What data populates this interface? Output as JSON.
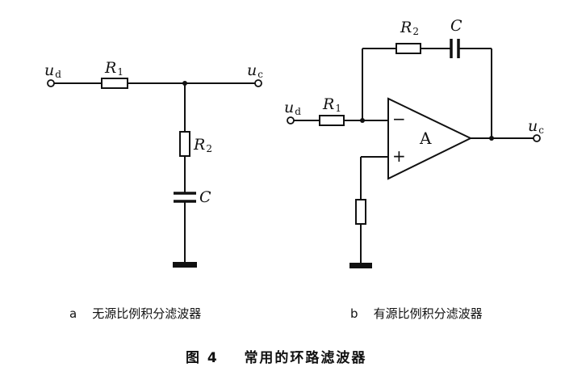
{
  "figure": {
    "number": "图 4",
    "title": "常用的环路滤波器"
  },
  "circuit_a": {
    "caption_letter": "a",
    "caption": "无源比例积分滤波器",
    "input": {
      "symbol": "u",
      "sub": "d"
    },
    "output": {
      "symbol": "u",
      "sub": "c"
    },
    "r1": {
      "symbol": "R",
      "sub": "1"
    },
    "r2": {
      "symbol": "R",
      "sub": "2"
    },
    "c": {
      "symbol": "C"
    }
  },
  "circuit_b": {
    "caption_letter": "b",
    "caption": "有源比例积分滤波器",
    "input": {
      "symbol": "u",
      "sub": "d"
    },
    "output": {
      "symbol": "u",
      "sub": "c"
    },
    "r1": {
      "symbol": "R",
      "sub": "1"
    },
    "r2": {
      "symbol": "R",
      "sub": "2"
    },
    "c": {
      "symbol": "C"
    },
    "opamp": {
      "label": "A",
      "minus": "−",
      "plus": "+"
    }
  }
}
